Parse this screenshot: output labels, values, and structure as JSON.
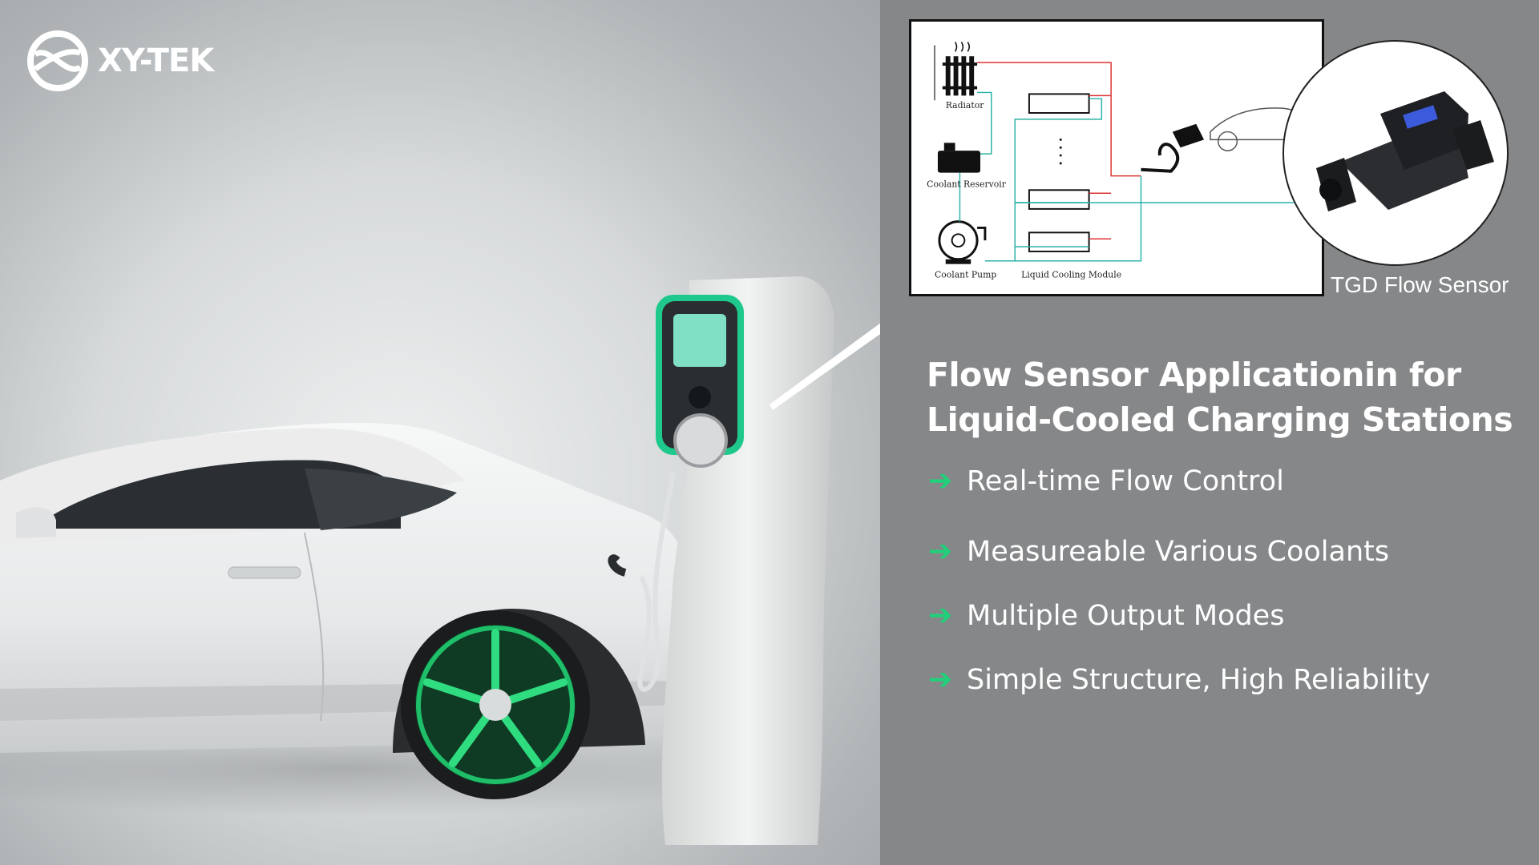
{
  "brand": {
    "name": "XY-TEK"
  },
  "diagram": {
    "labels": {
      "radiator": "Radiator",
      "coolant_reservoir": "Coolant Reservoir",
      "coolant_pump": "Coolant Pump",
      "liquid_cooling_module": "Liquid Cooling Module"
    }
  },
  "sensor": {
    "label": "TGD Flow Sensor"
  },
  "headline": {
    "line1": "Flow Sensor Applicationin for",
    "line2": "Liquid-Cooled Charging Stations"
  },
  "features": [
    {
      "text": "Real-time Flow Control"
    },
    {
      "text": "Measureable Various Coolants"
    },
    {
      "text": "Multiple Output Modes"
    },
    {
      "text": "Simple Structure, High Reliability"
    }
  ],
  "colors": {
    "accent": "#21d07a",
    "panel": "#858789",
    "wheel_glow": "#1fbf6a",
    "screen": "#7fe0c4"
  },
  "icons": {
    "bullet": "arrow-right-icon",
    "logo": "xy-tek-logo-icon"
  }
}
